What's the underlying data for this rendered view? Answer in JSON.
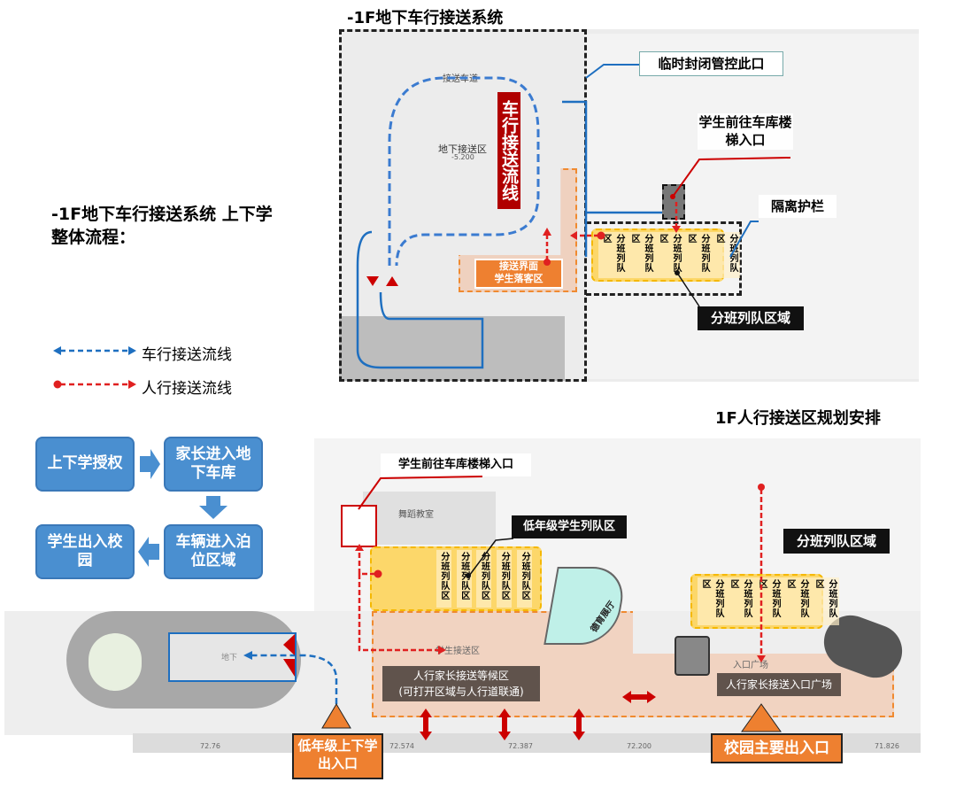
{
  "top_title": "-1F地下车行接送系统",
  "side_title": "-1F地下车行接送系统 上下学整体流程：",
  "legend": {
    "car": "车行接送流线",
    "walk": "人行接送流线"
  },
  "bottom_title": "1F人行接送区规划安排",
  "flow": [
    "上下学授权",
    "家长进入地下车库",
    "车辆进入泊位区域",
    "学生出入校园"
  ],
  "top_plan": {
    "lane": "接送车道",
    "zone": "地下接送区",
    "level": "-5.200",
    "car_flow": "车行接送流线",
    "close": "临时封闭管控此口",
    "stair": "学生前往车库楼梯入口",
    "fence": "隔离护栏",
    "dropoff": "接送界面\n学生落客区",
    "queue_area": "分班列队区域",
    "queue_col": "分班列队区"
  },
  "bottom_plan": {
    "stair": "学生前往车库楼梯入口",
    "dance": "舞蹈教室",
    "low_queue": "低年级学生列队区",
    "hall": "德育展厅",
    "queue_area": "分班列队区域",
    "queue_col": "分班列队区",
    "pickup": "学生接送区",
    "wait_1": "人行家长接送等候区",
    "wait_2": "(可打开区域与人行道联通)",
    "plaza": "人行家长接送入口广场",
    "plaza_small": "入口广场",
    "garage": "地下",
    "low_gate": "低年级上下学出入口",
    "main_gate": "校园主要出入口",
    "elevations": [
      "72.76",
      "72.574",
      "72.387",
      "72.200",
      "71.826"
    ]
  },
  "colors": {
    "car_flow": "#1e6fc0",
    "walk_flow": "#e02020",
    "queue": "#ffcd3c",
    "gate": "#ee8030",
    "flow_box": "#4a8fd0"
  }
}
